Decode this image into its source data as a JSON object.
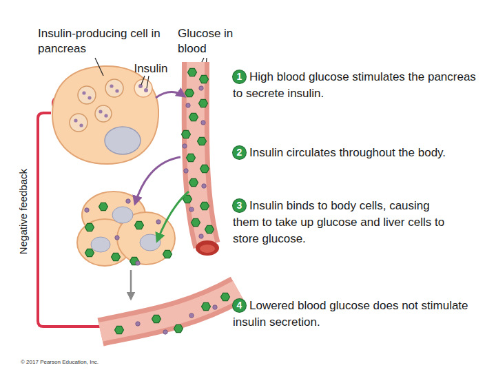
{
  "diagram": {
    "labels": [
      "Insulin-producing cell in pancreas",
      "Glucose in blood",
      "Insulin",
      "1",
      "High blood glucose stimulates the pancreas to secrete insulin.",
      "2",
      "Insulin circulates throughout the body.",
      "3",
      "Insulin binds to body cells, causing them to take up glucose and liver cells to store glucose.",
      "4",
      "Lowered blood glucose does not stimulate insulin secretion.",
      "Negative feedback",
      "© 2017 Pearson Education, Inc."
    ]
  }
}
